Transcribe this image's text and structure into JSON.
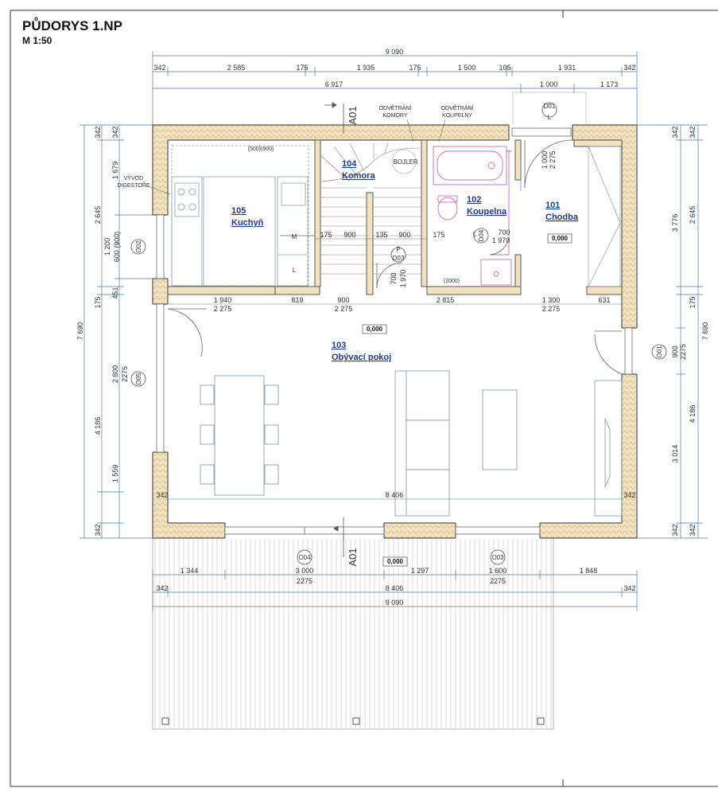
{
  "header": {
    "title": "PŮDORYS 1.NP",
    "scale": "M 1:50"
  },
  "dims_top": {
    "overall": "9 090",
    "chain": [
      "342",
      "2 585",
      "175",
      "1 935",
      "175",
      "1 500",
      "105",
      "1 931",
      "342"
    ],
    "row3_left": "6 917",
    "row3_mid": "1 000",
    "row3_right": "1 173",
    "door_d01_sub": "2275"
  },
  "dims_left": {
    "outer": "7 690",
    "chain": [
      "342",
      "1 679",
      "175",
      "451",
      "2 800",
      "1 559",
      "342"
    ],
    "secondary": [
      "2 645",
      "4 186"
    ],
    "window_o02": [
      "1 200",
      "600 (900)"
    ],
    "window_o05_sub": "2275"
  },
  "dims_right": {
    "outer": "7 690",
    "chain": [
      "342",
      "2 645",
      "175",
      "4 186",
      "342"
    ],
    "secondary": [
      "3 776",
      "3 014"
    ],
    "door_o01": [
      "900",
      "2275"
    ]
  },
  "dims_bottom": {
    "chain": [
      "1 344",
      "3 000",
      "1 297",
      "1 600",
      "1 848"
    ],
    "subs": [
      "2275",
      "2275"
    ],
    "row2": [
      "342",
      "8 406",
      "342"
    ],
    "overall": "9 090"
  },
  "interior_dims": {
    "row_mid": [
      "1 940",
      "819",
      "900",
      "2 815",
      "1 300",
      "631"
    ],
    "row_mid_subs": [
      "2 275",
      "2 275",
      "2 275"
    ],
    "stair_row": [
      "175",
      "900",
      "135",
      "900",
      "175"
    ],
    "d03": [
      "700",
      "1 970"
    ],
    "d04": [
      "700",
      "1 970"
    ],
    "d01": [
      "1 000",
      "2 275"
    ],
    "inner_width": "8 406",
    "inner_width_left": "342",
    "inner_width_right": "342",
    "kitchen_top": "(500)(900)",
    "bath_bottom": "(2000)"
  },
  "rooms": [
    {
      "num": "105",
      "name": "Kuchyň"
    },
    {
      "num": "104",
      "name": "Komora"
    },
    {
      "num": "102",
      "name": "Koupelna"
    },
    {
      "num": "101",
      "name": "Chodba"
    },
    {
      "num": "103",
      "name": "Obývací pokoj"
    }
  ],
  "levels": {
    "chodba": "0,000",
    "living": "0,000",
    "terrace": "0,000"
  },
  "annotations": {
    "vent_komora": [
      "ODVĚTRÁNÍ",
      "KOMORY"
    ],
    "vent_koupelna": [
      "ODVĚTRÁNÍ",
      "KOUPELNY"
    ],
    "vyvod": [
      "VÝVOD",
      "DIGESTOŘE"
    ],
    "bojler": "BOJLER",
    "stair_p": "P",
    "kitchen_m": "M",
    "kitchen_l": "L",
    "bath_l": "L",
    "d01_l": "L"
  },
  "tags": {
    "d01": "D01",
    "d03": "D03",
    "d04": "D04",
    "o01": "O01",
    "o02": "O02",
    "o03": "O03",
    "o04": "O04",
    "o05": "O05"
  },
  "section": "A01",
  "colors": {
    "dim_line": "#4a7a9a",
    "wall": "#555555",
    "insulation": "#f3e2c0",
    "room_label": "#1a3d8f"
  }
}
